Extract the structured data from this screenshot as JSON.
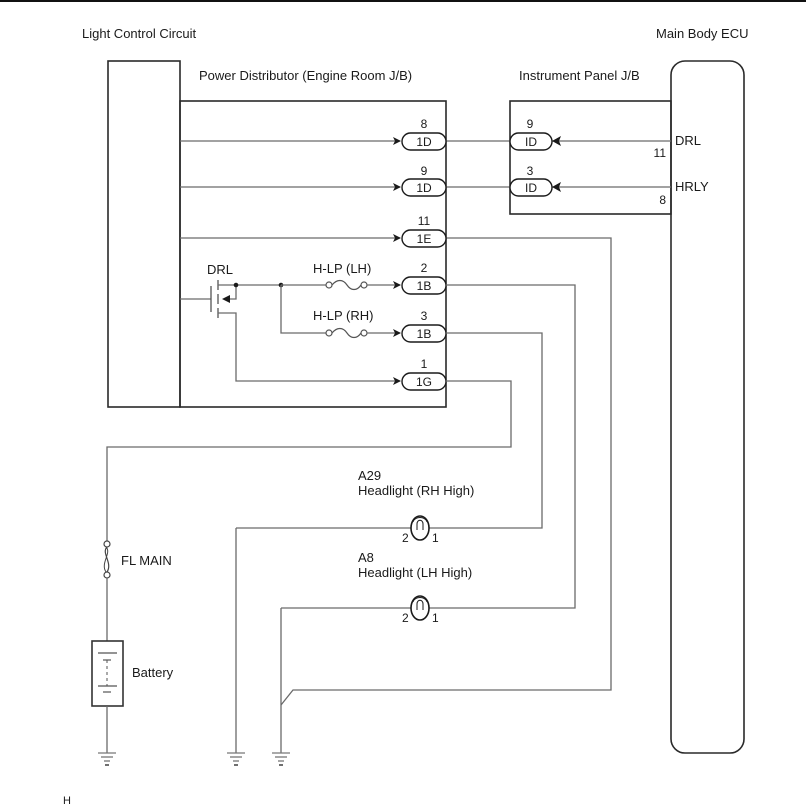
{
  "diagram": {
    "blocks": {
      "light_control": {
        "label": "Light Control Circuit"
      },
      "power_distributor": {
        "label": "Power Distributor (Engine Room J/B)"
      },
      "instrument_panel_jb": {
        "label": "Instrument Panel J/B"
      },
      "main_body_ecu": {
        "label": "Main Body ECU"
      }
    },
    "power_distributor_connectors": [
      {
        "id": "pd-conn-1",
        "code": "1D",
        "pin": "8"
      },
      {
        "id": "pd-conn-2",
        "code": "1D",
        "pin": "9"
      },
      {
        "id": "pd-conn-3",
        "code": "1E",
        "pin": "11"
      },
      {
        "id": "pd-conn-4",
        "code": "1B",
        "pin": "2"
      },
      {
        "id": "pd-conn-5",
        "code": "1B",
        "pin": "3"
      },
      {
        "id": "pd-conn-6",
        "code": "1G",
        "pin": "1"
      }
    ],
    "instrument_panel_connectors": [
      {
        "id": "ip-conn-1",
        "code": "ID",
        "pin": "9"
      },
      {
        "id": "ip-conn-2",
        "code": "ID",
        "pin": "3"
      }
    ],
    "ecu_terminals": [
      {
        "name": "DRL",
        "pin": "11"
      },
      {
        "name": "HRLY",
        "pin": "8"
      }
    ],
    "internal": {
      "relay_label": "DRL",
      "fuse_lh": "H-LP (LH)",
      "fuse_rh": "H-LP (RH)"
    },
    "headlights": [
      {
        "code": "A29",
        "name": "Headlight (RH High)",
        "pin_left": "2",
        "pin_right": "1"
      },
      {
        "code": "A8",
        "name": "Headlight (LH High)",
        "pin_left": "2",
        "pin_right": "1"
      }
    ],
    "fuse_main": "FL MAIN",
    "battery": "Battery",
    "footer_code": "H"
  }
}
